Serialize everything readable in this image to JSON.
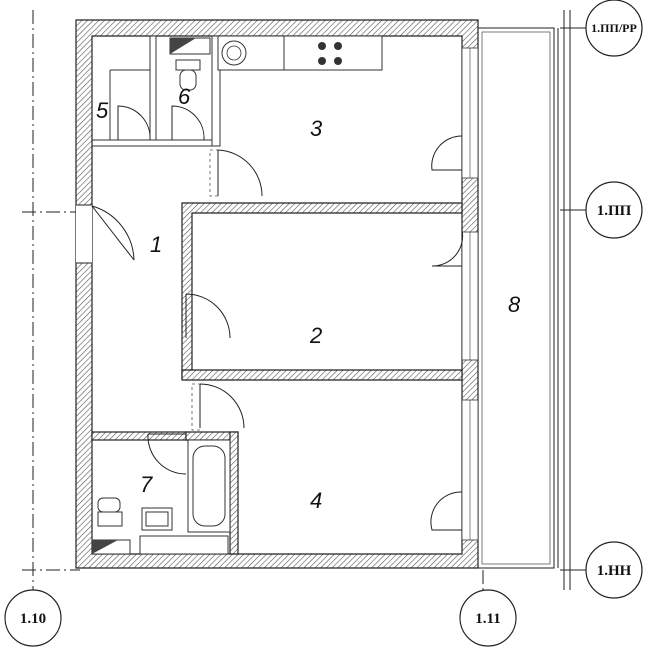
{
  "rooms": [
    {
      "id": "1",
      "label": "1"
    },
    {
      "id": "2",
      "label": "2"
    },
    {
      "id": "3",
      "label": "3"
    },
    {
      "id": "4",
      "label": "4"
    },
    {
      "id": "5",
      "label": "5"
    },
    {
      "id": "6",
      "label": "6"
    },
    {
      "id": "7",
      "label": "7"
    },
    {
      "id": "8",
      "label": "8"
    }
  ],
  "axes": {
    "a110": "1.10",
    "a111": "1.11",
    "ppr": "1.ПП/РР",
    "pp": "1.ПП",
    "nn": "1.НН"
  }
}
